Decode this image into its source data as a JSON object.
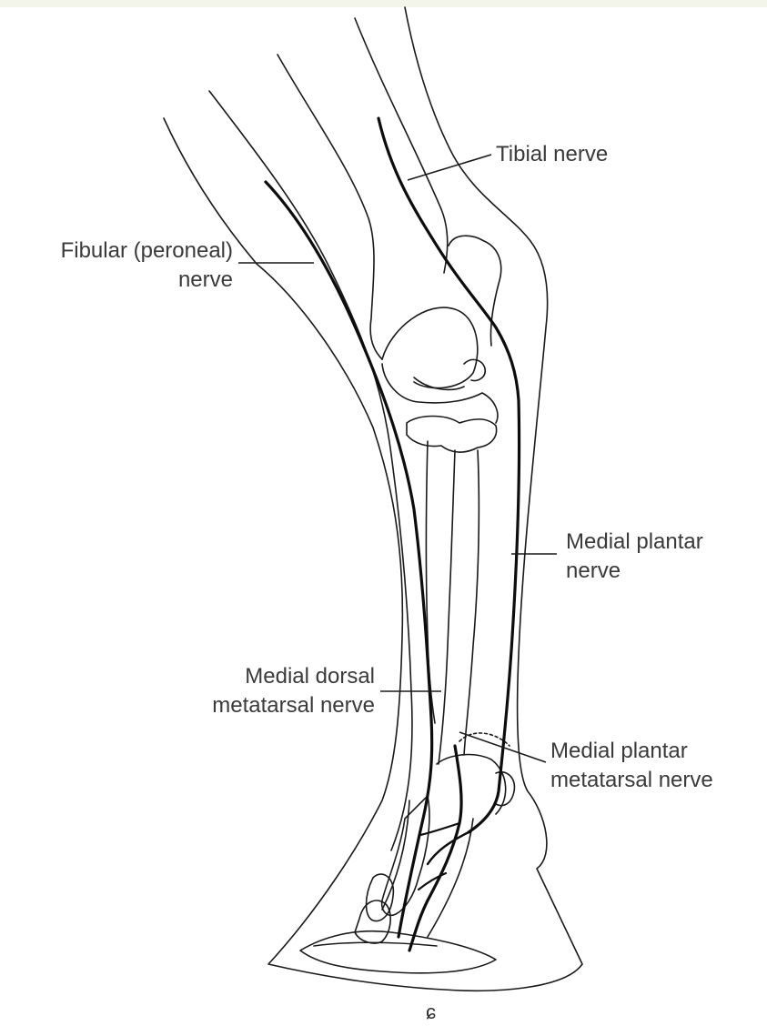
{
  "colors": {
    "background": "#ffffff",
    "top_strip": "#f3f5ea",
    "line": "#1a1a1a",
    "text": "#3a3a3a",
    "hoof_shade": "#f4f4f4"
  },
  "labels": {
    "tibial": "Tibial nerve",
    "fibular_line1": "Fibular (peroneal)",
    "fibular_line2": "nerve",
    "medial_plantar_line1": "Medial plantar",
    "medial_plantar_line2": "nerve",
    "medial_dorsal_line1": "Medial dorsal",
    "medial_dorsal_line2": "metatarsal nerve",
    "medial_plantar_meta_line1": "Medial plantar",
    "medial_plantar_meta_line2": "metatarsal nerve"
  },
  "signature_mark": "ɕ"
}
